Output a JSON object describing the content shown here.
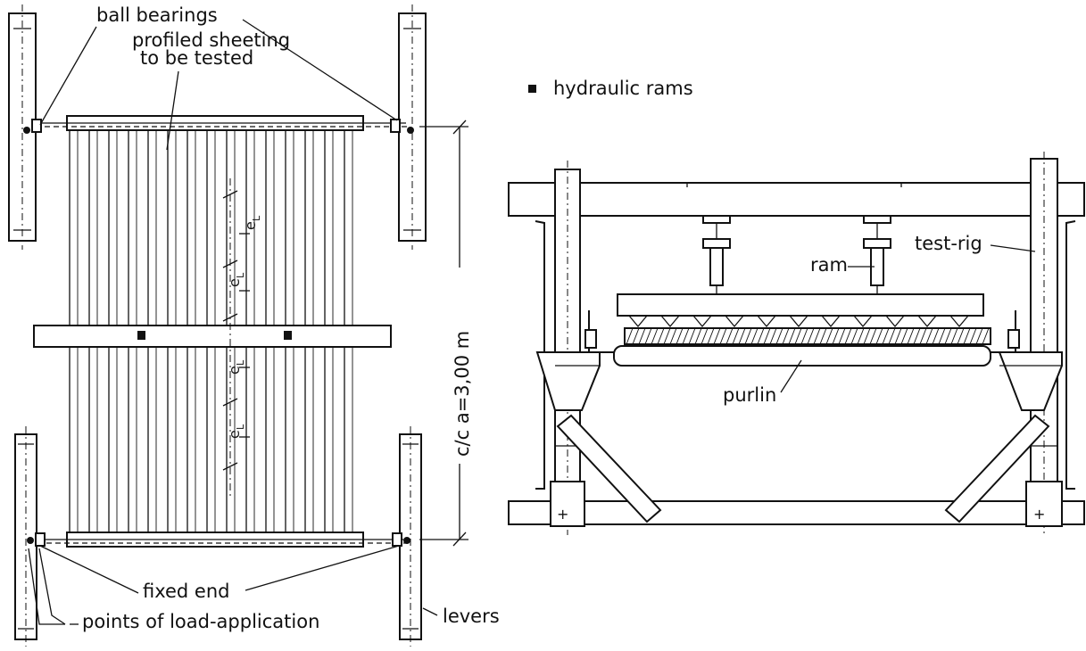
{
  "labels": {
    "ball_bearings": "ball bearings",
    "profiled_sheeting_line1": "profiled sheeting",
    "profiled_sheeting_line2": "to be tested",
    "hydraulic_rams": "hydraulic rams",
    "dimension": "c/c   a=3,00 m",
    "eL": "e",
    "eL_sub": "L",
    "fixed_end": "fixed end",
    "points_of_load": "points of load-application",
    "levers": "levers",
    "test_rig": "test-rig",
    "ram": "ram",
    "purlin": "purlin"
  },
  "legend": {
    "ram_symbol": "hydraulic-ram-symbol"
  }
}
